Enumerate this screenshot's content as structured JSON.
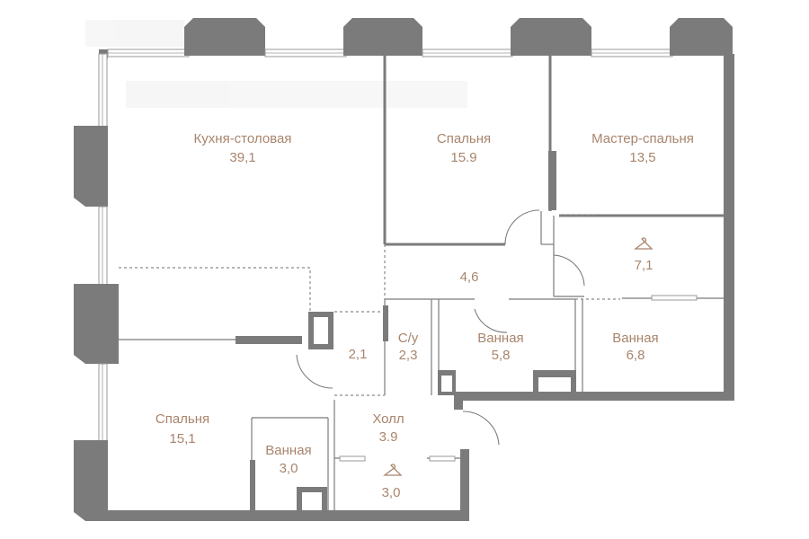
{
  "rooms": [
    {
      "name": "Кухня-столовая",
      "area": "39,1"
    },
    {
      "name": "Спальня",
      "area": "15.9"
    },
    {
      "name": "Мастер-спальня",
      "area": "13,5"
    },
    {
      "name": "",
      "area": "7,1"
    },
    {
      "name": "",
      "area": "4,6"
    },
    {
      "name": "",
      "area": "2,1"
    },
    {
      "name": "С/у",
      "area": "2,3"
    },
    {
      "name": "Ванная",
      "area": "5,8"
    },
    {
      "name": "Ванная",
      "area": "6,8"
    },
    {
      "name": "Спальня",
      "area": "15,1"
    },
    {
      "name": "Ванная",
      "area": "3,0"
    },
    {
      "name": "Холл",
      "area": "3.9"
    },
    {
      "name": "",
      "area": "3,0"
    }
  ],
  "icons": {
    "wardrobe": "hanger-icon"
  },
  "colors": {
    "label": "#a8856c",
    "wall": "#7b7b7b",
    "background": "#ffffff"
  }
}
